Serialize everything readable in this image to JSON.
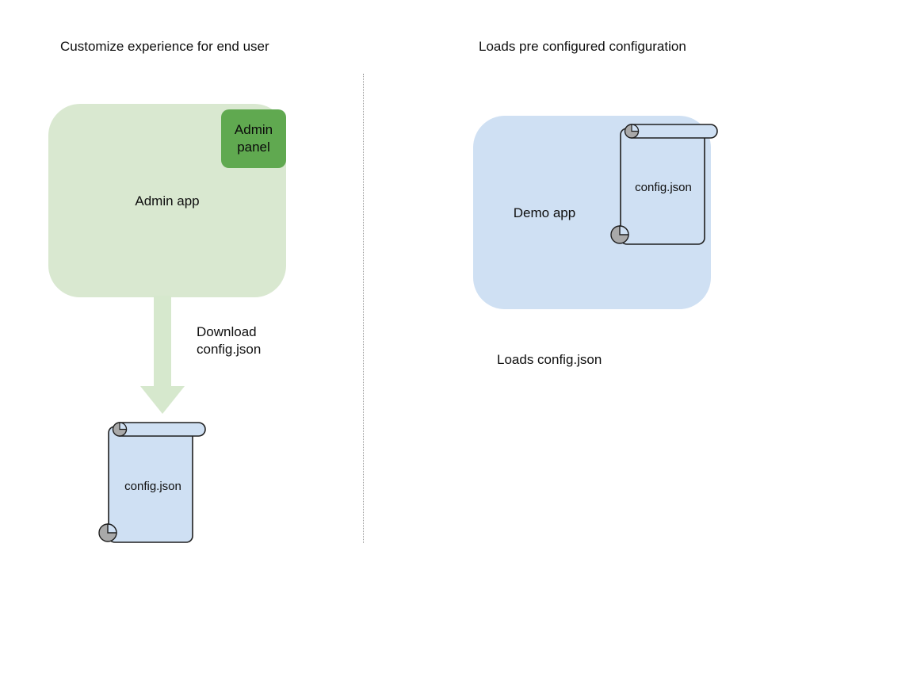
{
  "diagram": {
    "type": "flow-diagram",
    "background": "#ffffff",
    "columns": [
      {
        "id": "left",
        "title": "Customize experience for end user",
        "app": {
          "name": "Admin app",
          "color": "#d9e8d0",
          "badge": {
            "label": "Admin\npanel",
            "color": "#60a950"
          }
        },
        "arrow": {
          "label": "Download\nconfig.json",
          "color": "#d6e8cd",
          "direction": "down"
        },
        "document": {
          "name": "config.json",
          "icon": "scroll-icon",
          "fill": "#cfe0f3",
          "stroke": "#1f1f1f",
          "curl_color": "#a9a9a9"
        }
      },
      {
        "id": "right",
        "title": "Loads pre configured configuration",
        "app": {
          "name": "Demo app",
          "color": "#cfe0f3"
        },
        "document": {
          "name": "config.json",
          "icon": "scroll-icon",
          "fill": "#cfe0f3",
          "stroke": "#1f1f1f",
          "curl_color": "#a9a9a9"
        },
        "caption": "Loads config.json"
      }
    ],
    "divider": {
      "style": "dotted",
      "color": "#9b9b9b"
    }
  }
}
